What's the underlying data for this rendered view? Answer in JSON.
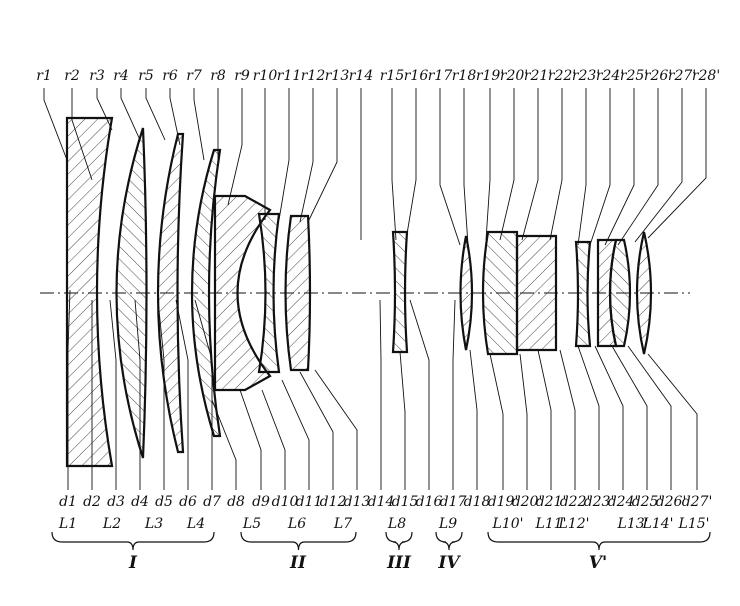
{
  "r_labels": [
    "r1",
    "r2",
    "r3",
    "r4",
    "r5",
    "r6",
    "r7",
    "r8",
    "r9",
    "r10",
    "r11",
    "r12",
    "r13",
    "r14",
    "r15",
    "r16",
    "r17",
    "r18",
    "r19'",
    "r20'",
    "r21'",
    "r22'",
    "r23'",
    "r24'",
    "r25'",
    "r26'",
    "r27'",
    "r28'"
  ],
  "d_labels": [
    "d1",
    "d2",
    "d3",
    "d4",
    "d5",
    "d6",
    "d7",
    "d8",
    "d9",
    "d10",
    "d11",
    "d12",
    "d13",
    "d14",
    "d15",
    "d16",
    "d17",
    "d18",
    "d19'",
    "d20'",
    "d21'",
    "d22'",
    "d23'",
    "d24'",
    "d25'",
    "d26'",
    "d27'"
  ],
  "lens_labels": [
    "L1",
    "L2",
    "L3",
    "L4",
    "L5",
    "L6",
    "L7",
    "L8",
    "L9",
    "L10'",
    "L11'",
    "L12'",
    "L13'",
    "L14'",
    "L15'"
  ],
  "group_labels": [
    "I",
    "II",
    "III",
    "IV",
    "V'"
  ],
  "colors": {
    "ink": "#111111",
    "background": "#ffffff"
  }
}
